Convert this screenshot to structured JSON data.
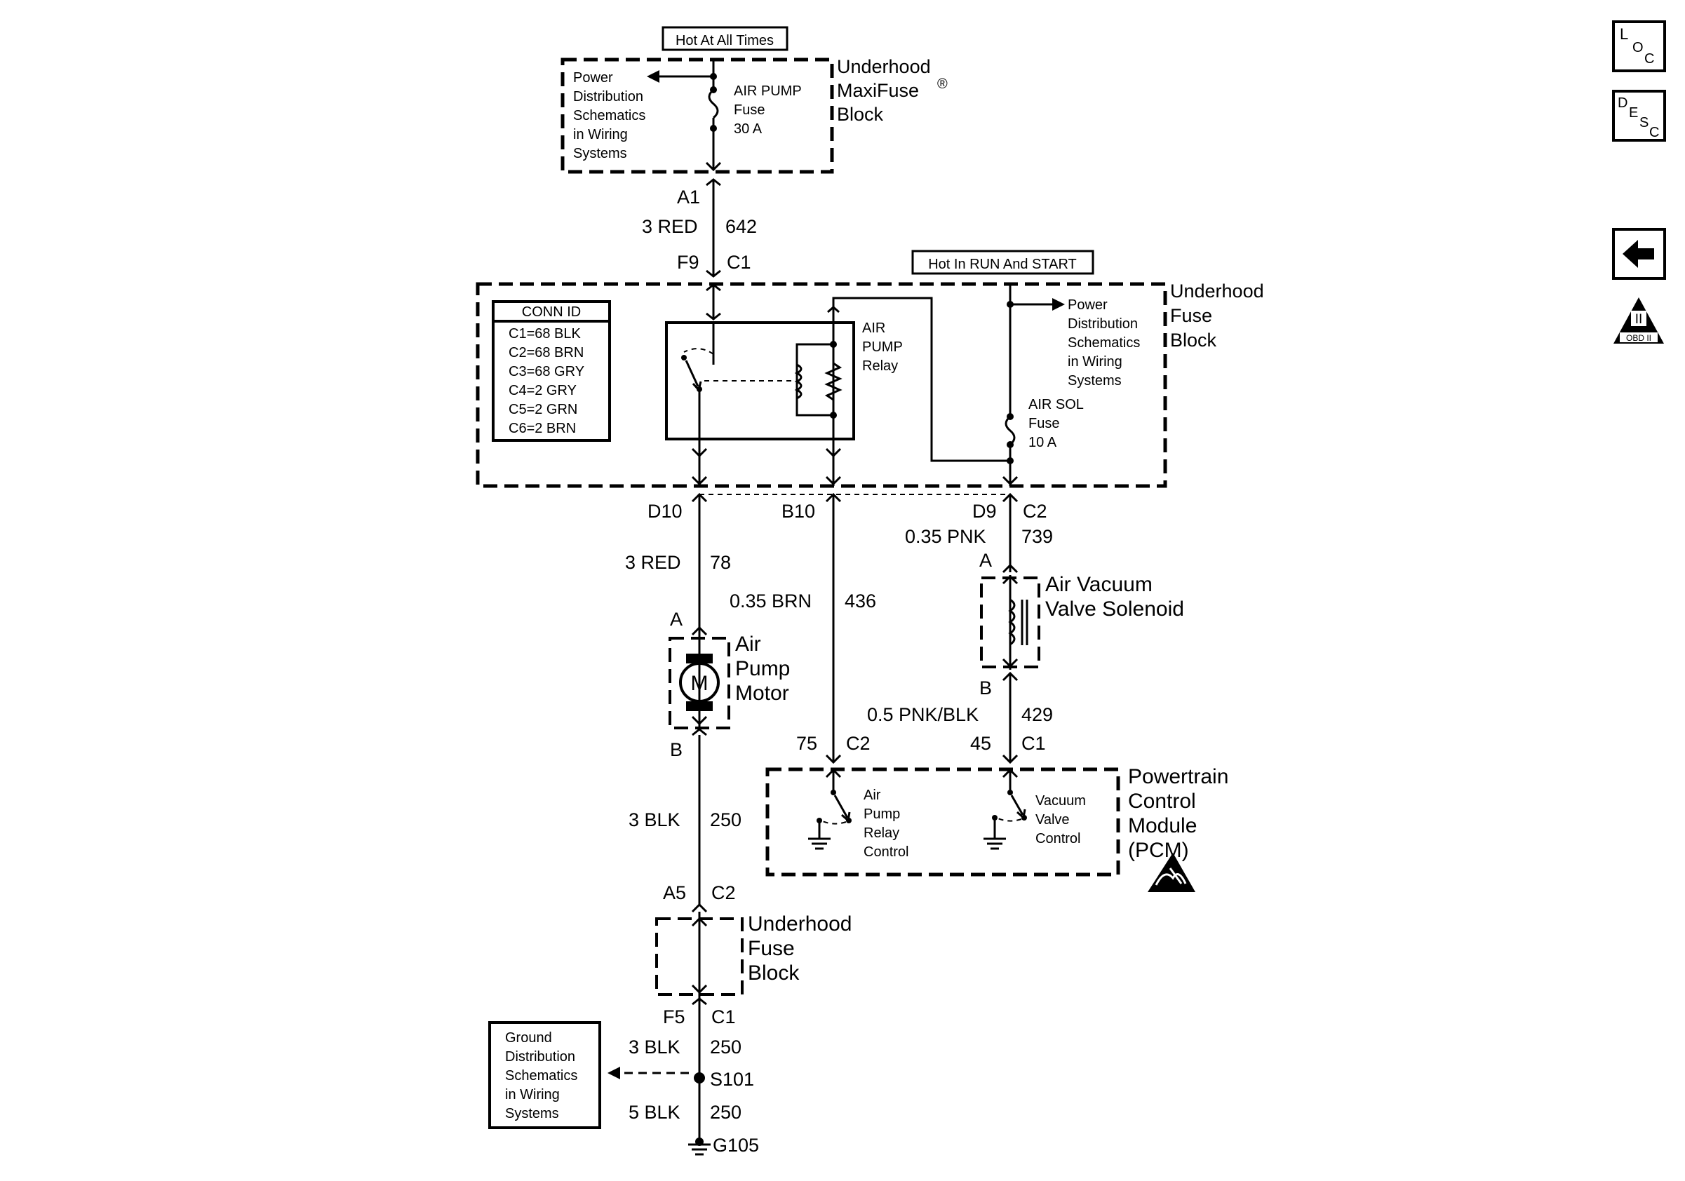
{
  "top_box": {
    "tag": "Hot At All Times",
    "title_line1": "Underhood",
    "title_line2": "MaxiFuse",
    "title_sup": "®",
    "title_line3": "Block",
    "note": [
      "Power",
      "Distribution",
      "Schematics",
      "in Wiring",
      "Systems"
    ],
    "fuse": [
      "AIR PUMP",
      "Fuse",
      "30 A"
    ]
  },
  "wire_642": {
    "pin_top": "A1",
    "label": "3 RED",
    "circuit": "642",
    "pin_bottom": "F9",
    "conn_bottom": "C1"
  },
  "fuse_block": {
    "tag": "Hot In RUN And START",
    "title": [
      "Underhood",
      "Fuse",
      "Block"
    ],
    "conn_id_header": "CONN ID",
    "conn_id": [
      "C1=68 BLK",
      "C2=68 BRN",
      "C3=68 GRY",
      "C4=2 GRY",
      "C5=2 GRN",
      "C6=2 BRN"
    ],
    "relay": [
      "AIR",
      "PUMP",
      "Relay"
    ],
    "note": [
      "Power",
      "Distribution",
      "Schematics",
      "in Wiring",
      "Systems"
    ],
    "sol_fuse": [
      "AIR SOL",
      "Fuse",
      "10 A"
    ]
  },
  "pins_below_fuse_block": {
    "d10": "D10",
    "b10": "B10",
    "d9": "D9",
    "c2": "C2"
  },
  "wire_78": {
    "label": "3 RED",
    "circuit": "78"
  },
  "wire_436": {
    "label": "0.35 BRN",
    "circuit": "436"
  },
  "wire_739": {
    "label": "0.35 PNK",
    "circuit": "739",
    "pin": "A"
  },
  "motor": {
    "pin_a": "A",
    "symbol": "M",
    "title": [
      "Air",
      "Pump",
      "Motor"
    ],
    "pin_b": "B"
  },
  "solenoid": {
    "title": [
      "Air Vacuum",
      "Valve Solenoid"
    ],
    "pin_b": "B"
  },
  "wire_429": {
    "label": "0.5 PNK/BLK",
    "circuit": "429"
  },
  "pcm": {
    "pin_left": "75",
    "conn_left": "C2",
    "pin_right": "45",
    "conn_right": "C1",
    "title": [
      "Powertrain",
      "Control",
      "Module",
      "(PCM)"
    ],
    "relay_control": [
      "Air",
      "Pump",
      "Relay",
      "Control"
    ],
    "vacuum_control": [
      "Vacuum",
      "Valve",
      "Control"
    ]
  },
  "wire_250_a": {
    "label": "3 BLK",
    "circuit": "250"
  },
  "lower_fuse_block": {
    "pin_top": "A5",
    "conn_top": "C2",
    "title": [
      "Underhood",
      "Fuse",
      "Block"
    ],
    "pin_bottom": "F5",
    "conn_bottom": "C1"
  },
  "wire_250_b": {
    "label": "3 BLK",
    "circuit": "250"
  },
  "splice": "S101",
  "ground_note": [
    "Ground",
    "Distribution",
    "Schematics",
    "in Wiring",
    "Systems"
  ],
  "wire_250_c": {
    "label": "5 BLK",
    "circuit": "250"
  },
  "ground": "G105",
  "side_icons": {
    "loc": [
      "L",
      "O",
      "C"
    ],
    "desc": [
      "D",
      "E",
      "S",
      "C"
    ],
    "obd": [
      "II",
      "OBD II"
    ]
  }
}
